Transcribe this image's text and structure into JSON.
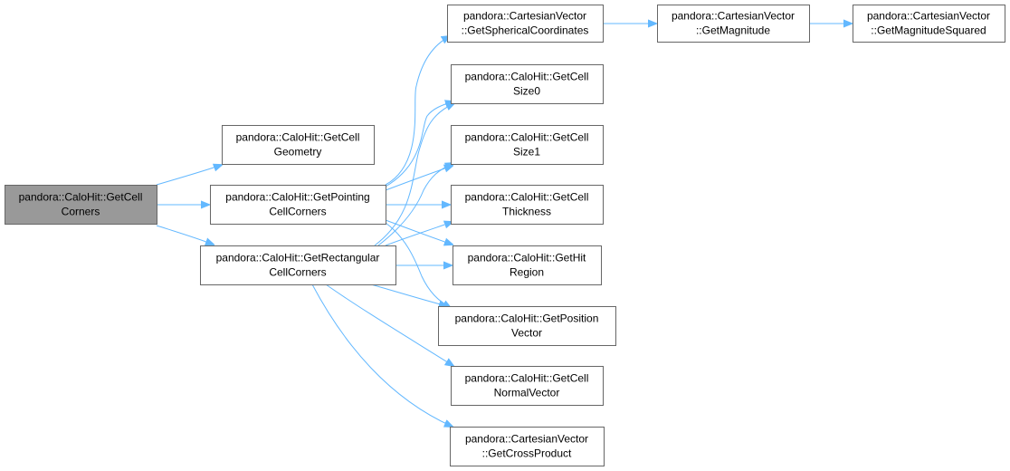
{
  "nodes": [
    {
      "id": "getcellcorners",
      "lines": [
        "pandora::CaloHit::GetCell",
        "Corners"
      ],
      "root": true
    },
    {
      "id": "getcellgeometry",
      "lines": [
        "pandora::CaloHit::GetCell",
        "Geometry"
      ]
    },
    {
      "id": "getpointingcellcorners",
      "lines": [
        "pandora::CaloHit::GetPointing",
        "CellCorners"
      ]
    },
    {
      "id": "getrectangularcellcorners",
      "lines": [
        "pandora::CaloHit::GetRectangular",
        "CellCorners"
      ]
    },
    {
      "id": "getsphericalcoordinates",
      "lines": [
        "pandora::CartesianVector",
        "::GetSphericalCoordinates"
      ]
    },
    {
      "id": "getmagnitude",
      "lines": [
        "pandora::CartesianVector",
        "::GetMagnitude"
      ]
    },
    {
      "id": "getmagnitudesquared",
      "lines": [
        "pandora::CartesianVector",
        "::GetMagnitudeSquared"
      ]
    },
    {
      "id": "getcellsize0",
      "lines": [
        "pandora::CaloHit::GetCell",
        "Size0"
      ]
    },
    {
      "id": "getcellsize1",
      "lines": [
        "pandora::CaloHit::GetCell",
        "Size1"
      ]
    },
    {
      "id": "getcellthickness",
      "lines": [
        "pandora::CaloHit::GetCell",
        "Thickness"
      ]
    },
    {
      "id": "gethitregion",
      "lines": [
        "pandora::CaloHit::GetHit",
        "Region"
      ]
    },
    {
      "id": "getpositionvector",
      "lines": [
        "pandora::CaloHit::GetPosition",
        "Vector"
      ]
    },
    {
      "id": "getcellnormalvector",
      "lines": [
        "pandora::CaloHit::GetCell",
        "NormalVector"
      ]
    },
    {
      "id": "getcrossproduct",
      "lines": [
        "pandora::CartesianVector",
        "::GetCrossProduct"
      ]
    }
  ],
  "edges": [
    {
      "from": "getcellcorners",
      "to": "getcellgeometry"
    },
    {
      "from": "getcellcorners",
      "to": "getpointingcellcorners"
    },
    {
      "from": "getcellcorners",
      "to": "getrectangularcellcorners"
    },
    {
      "from": "getpointingcellcorners",
      "to": "getsphericalcoordinates"
    },
    {
      "from": "getpointingcellcorners",
      "to": "getcellsize0"
    },
    {
      "from": "getpointingcellcorners",
      "to": "getcellsize1"
    },
    {
      "from": "getpointingcellcorners",
      "to": "getcellthickness"
    },
    {
      "from": "getpointingcellcorners",
      "to": "gethitregion"
    },
    {
      "from": "getpointingcellcorners",
      "to": "getpositionvector"
    },
    {
      "from": "getrectangularcellcorners",
      "to": "getcellsize0"
    },
    {
      "from": "getrectangularcellcorners",
      "to": "getcellsize1"
    },
    {
      "from": "getrectangularcellcorners",
      "to": "getcellthickness"
    },
    {
      "from": "getrectangularcellcorners",
      "to": "gethitregion"
    },
    {
      "from": "getrectangularcellcorners",
      "to": "getpositionvector"
    },
    {
      "from": "getrectangularcellcorners",
      "to": "getcellnormalvector"
    },
    {
      "from": "getrectangularcellcorners",
      "to": "getcrossproduct"
    },
    {
      "from": "getsphericalcoordinates",
      "to": "getmagnitude"
    },
    {
      "from": "getmagnitude",
      "to": "getmagnitudesquared"
    }
  ],
  "colors": {
    "edge": "#63b8ff",
    "node_border": "#666666",
    "root_fill": "#999999",
    "node_fill": "#ffffff"
  }
}
